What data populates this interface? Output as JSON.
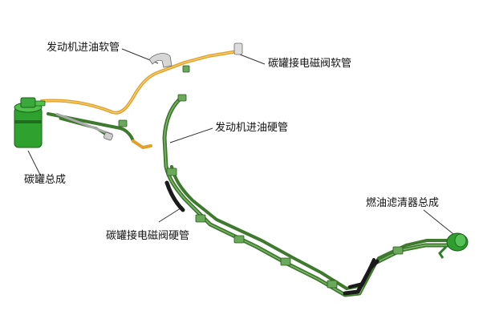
{
  "labels": {
    "engine_soft": "发动机进油软管",
    "canister_valve_soft": "碳罐接电磁阀软管",
    "engine_hard": "发动机进油硬管",
    "canister": "碳罐总成",
    "canister_valve_hard": "碳罐接电磁阀硬管",
    "fuel_filter": "燃油滤清器总成"
  },
  "colors": {
    "hard_pipe": "#3e7a2e",
    "hard_pipe_light": "#7fb86a",
    "soft_pipe": "#e0a12a",
    "soft_pipe_light": "#f7d27a",
    "black_hose": "#1a1a1a",
    "metal": "#c9c9c9",
    "canister_body": "#2fa12f"
  }
}
